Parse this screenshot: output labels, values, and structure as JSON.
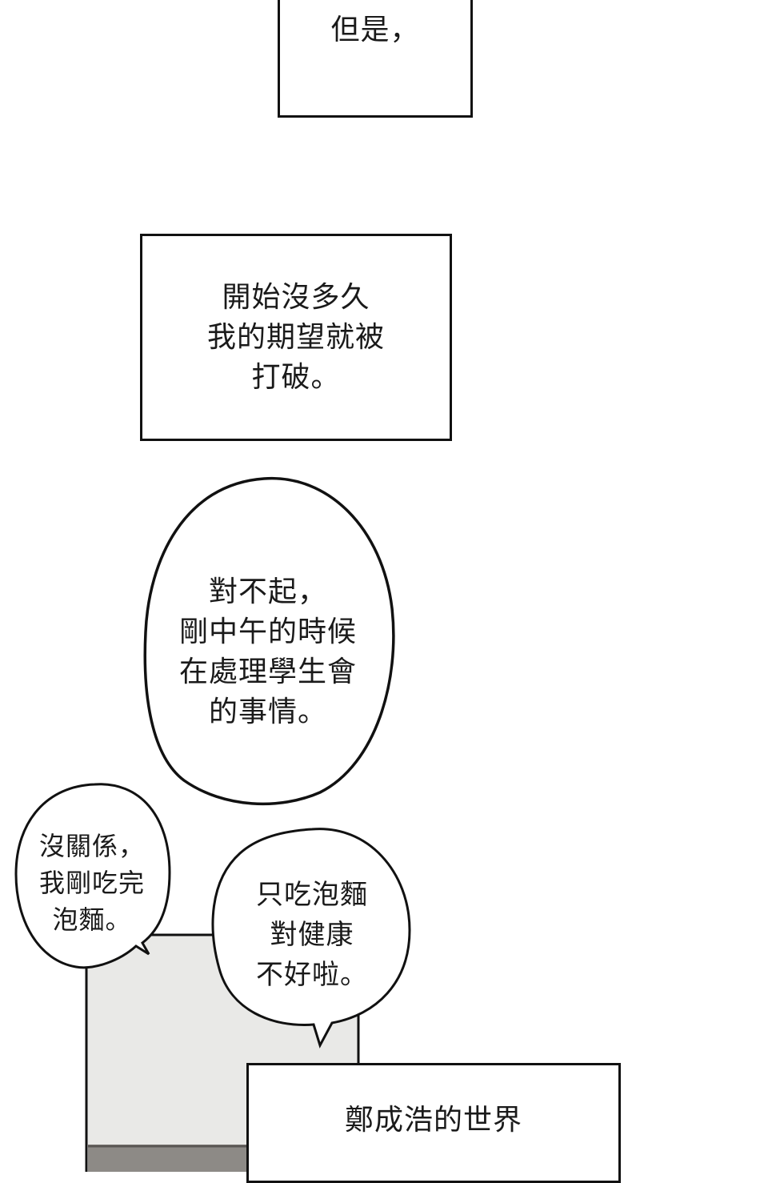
{
  "panel_colors": {
    "ink": "#111111",
    "paper": "#ffffff",
    "scene_fill": "#e9e9e7",
    "floor_fill": "#8d8a86"
  },
  "caption_1": {
    "lines": [
      "但是，"
    ]
  },
  "caption_2": {
    "lines": [
      "開始沒多久",
      "我的期望就被",
      "打破。"
    ]
  },
  "bubble_large": {
    "lines": [
      "對不起，",
      "剛中午的時候",
      "在處理學生會",
      "的事情。"
    ]
  },
  "bubble_left": {
    "lines": [
      "沒關係，",
      "我剛吃完",
      "泡麵。"
    ]
  },
  "bubble_right": {
    "lines": [
      "只吃泡麵",
      "對健康",
      "不好啦。"
    ]
  },
  "caption_3": {
    "lines": [
      "鄭成浩的世界"
    ]
  }
}
